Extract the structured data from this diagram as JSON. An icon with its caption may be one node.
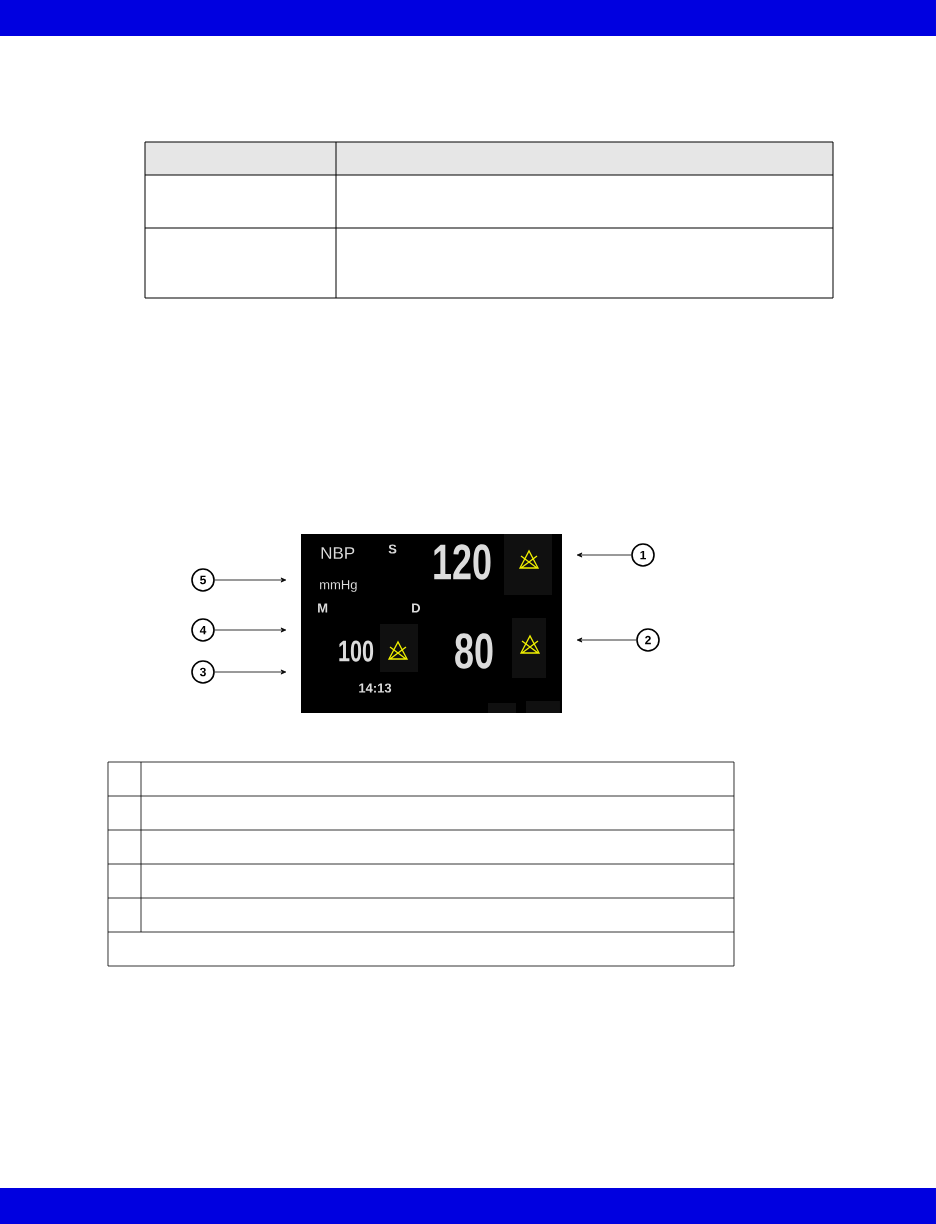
{
  "diagram": {
    "nodes": [
      {
        "text": [
          "1"
        ]
      },
      {
        "text": [
          "5"
        ]
      },
      {
        "text": [
          "4"
        ]
      },
      {
        "text": [
          "2"
        ]
      },
      {
        "text": [
          "3"
        ]
      },
      {
        "text": [],
        "shape": "box"
      }
    ],
    "edges": [
      {
        "from": 0,
        "to": 5,
        "arrow": "to"
      },
      {
        "from": 1,
        "to": 5,
        "arrow": "to"
      },
      {
        "from": 2,
        "to": 5,
        "arrow": "to"
      },
      {
        "from": 3,
        "to": 5,
        "arrow": "to"
      },
      {
        "from": 4,
        "to": 5,
        "arrow": "to"
      }
    ],
    "labels": [
      "NBP",
      "S",
      "120",
      "mmHg",
      "M",
      "D",
      "100",
      "80",
      "14:13"
    ]
  }
}
